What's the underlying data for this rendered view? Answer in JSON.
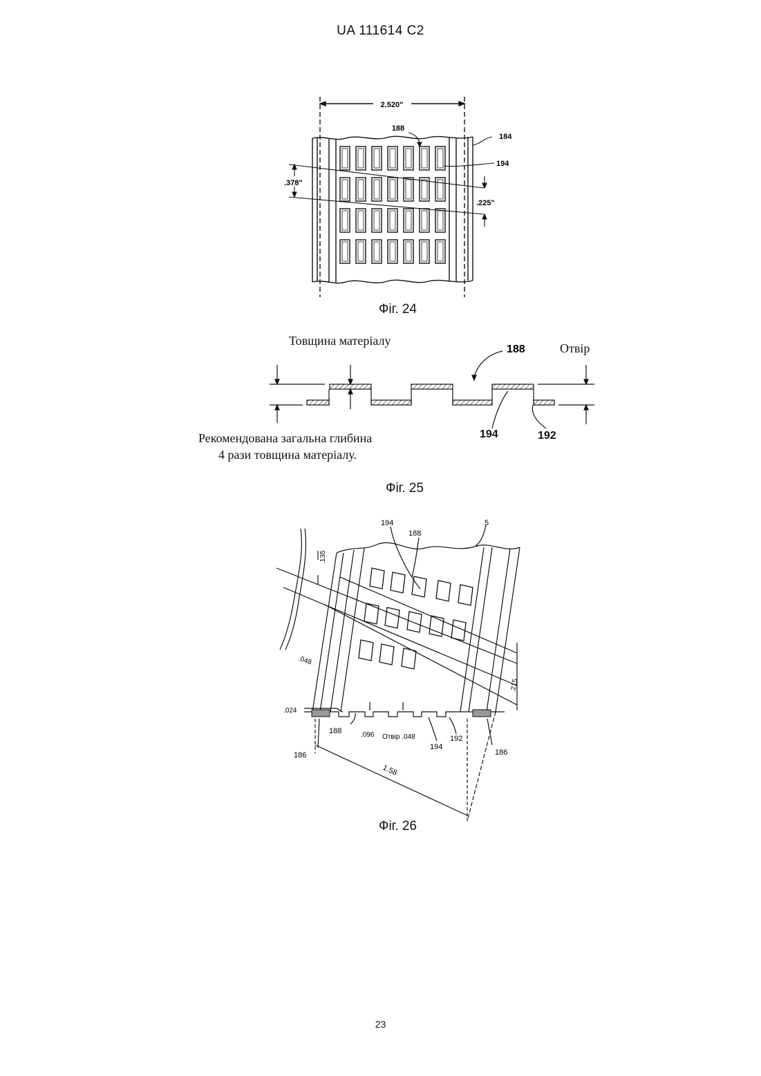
{
  "header": {
    "doc_id": "UA   111614   C2"
  },
  "fig24": {
    "caption": "Фіг. 24",
    "labels": {
      "width": "2.520\"",
      "r188": "188",
      "r184": "184",
      "r194": "194",
      "pitch": ".378\"",
      "gap": ".225\""
    }
  },
  "fig25": {
    "caption": "Фіг. 25",
    "thickness_label": "Товщина матеріалу",
    "hole_label": "Отвір",
    "recommend_line1": "Рекомендована загальна глибина",
    "recommend_line2": "4 рази товщина матеріалу.",
    "labels": {
      "r188": "188",
      "r194": "194",
      "r192": "192"
    }
  },
  "fig26": {
    "caption": "Фіг. 26",
    "labels": {
      "r194": "194",
      "r188": "188",
      "r5": "5",
      "d135": ".135",
      "d048": ".048",
      "d024": ".024",
      "d215": ".215",
      "d096": ".096",
      "hole": "Отвір .048",
      "r188b": "188",
      "r194b": "194",
      "r192": "192",
      "r186a": "186",
      "r186b": "186",
      "d158": "1.58"
    }
  },
  "footer": {
    "page_number": "23"
  }
}
